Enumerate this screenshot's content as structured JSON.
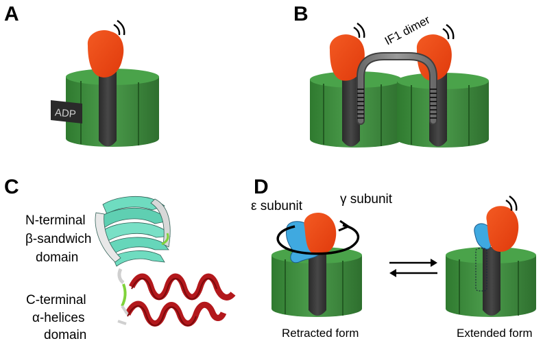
{
  "panels": {
    "a": {
      "letter": "A",
      "adp_label": "ADP"
    },
    "b": {
      "letter": "B",
      "dimer_label": "IF1 dimer"
    },
    "c": {
      "letter": "C",
      "n_terminal": [
        "N-terminal",
        "β-sandwich",
        "domain"
      ],
      "c_terminal": [
        "C-terminal",
        "α-helices",
        "domain"
      ]
    },
    "d": {
      "letter": "D",
      "epsilon_label": "ε subunit",
      "gamma_label": "γ subunit",
      "retracted_label": "Retracted form",
      "extended_label": "Extended form"
    }
  },
  "colors": {
    "stator_green": "#3f8f3f",
    "stator_dark_green": "#2c6e2c",
    "stator_top": "#4aa34a",
    "shaft": "#383838",
    "head_orange": "#ee4411",
    "epsilon_blue": "#3fa9e0",
    "if1_gray": "#7d7d7d",
    "sheet_teal": "#6fdcc0",
    "helix_red": "#b3181c",
    "loop_green": "#7fd23a",
    "adp_box": "#2a2a2a"
  }
}
